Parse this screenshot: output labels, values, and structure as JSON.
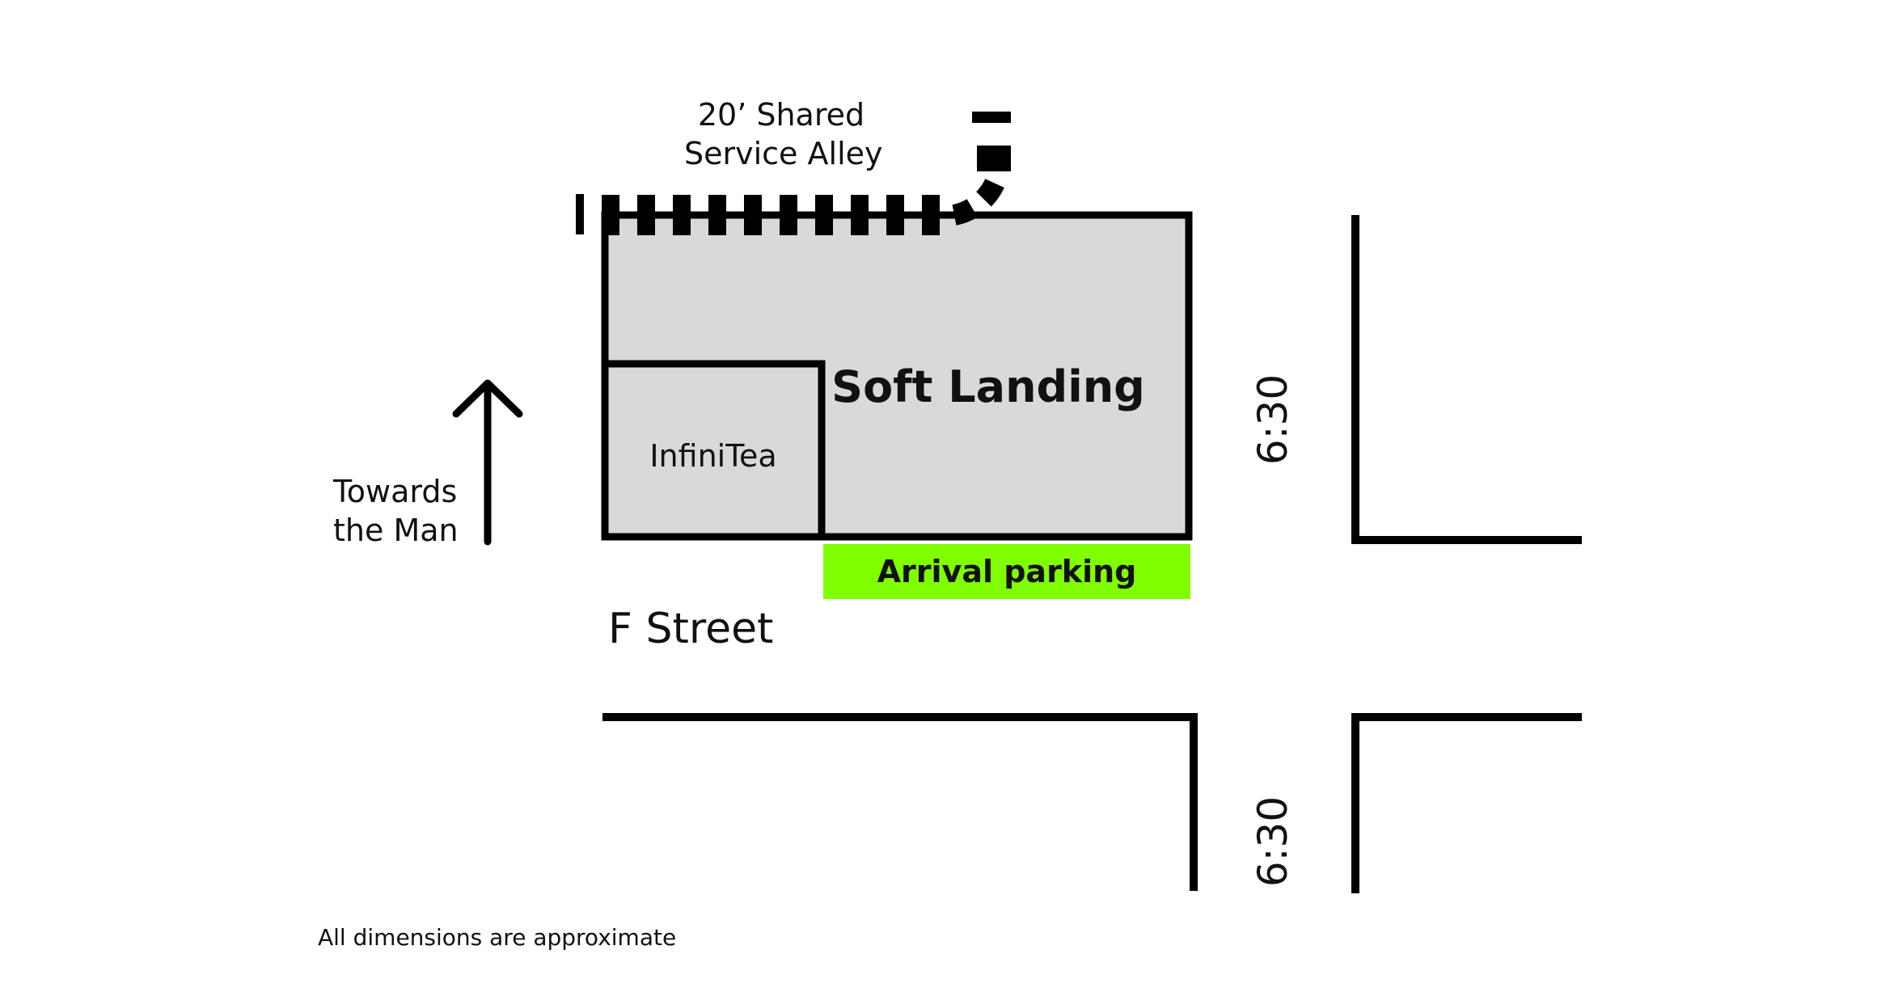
{
  "map": {
    "alley_label_line1": "20’ Shared",
    "alley_label_line2": "Service Alley",
    "building_main": "Soft Landing",
    "building_secondary": "InfiniTea",
    "direction_line1": "Towards",
    "direction_line2": "the Man",
    "arrival_zone": "Arrival parking",
    "street_name": "F Street",
    "cross_street_top": "6:30",
    "cross_street_bottom": "6:30",
    "disclaimer": "All dimensions are approximate"
  },
  "colors": {
    "building_fill": "#d9d9d9",
    "outline": "#000000",
    "arrival_highlight": "#7fff00",
    "background": "#ffffff"
  },
  "icons": {
    "direction": "up-arrow-icon"
  }
}
